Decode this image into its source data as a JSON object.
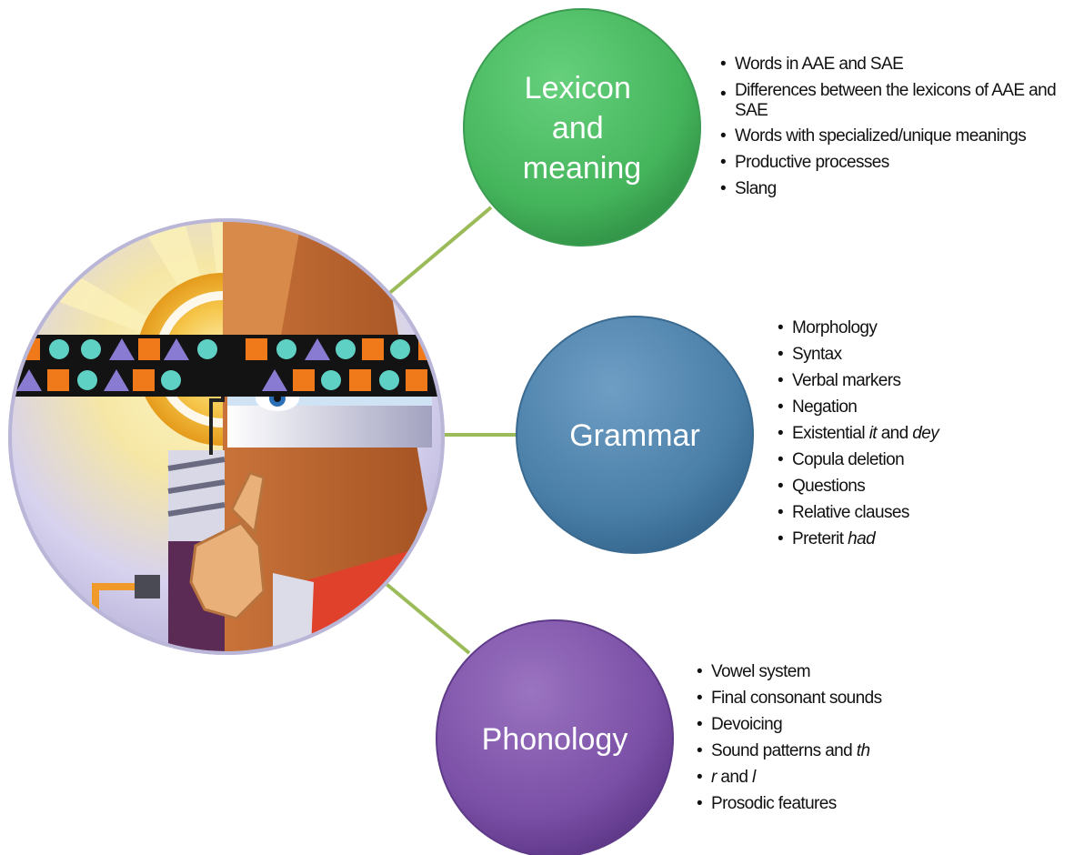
{
  "nodes": [
    {
      "id": "lexicon",
      "label_lines": [
        "Lexicon",
        "and",
        "meaning"
      ],
      "color": "#4cb963",
      "bullets": [
        {
          "text": "Words in AAE and SAE"
        },
        {
          "text": "Differences  between the lexicons of AAE and SAE"
        },
        {
          "text": "Words with specialized/unique meanings"
        },
        {
          "text": "Productive processes"
        },
        {
          "text": "Slang"
        }
      ]
    },
    {
      "id": "grammar",
      "label_lines": [
        "Grammar"
      ],
      "color": "#4a7fa8",
      "bullets": [
        {
          "text": "Morphology"
        },
        {
          "text": "Syntax"
        },
        {
          "text": "Verbal markers"
        },
        {
          "text": "Negation"
        },
        {
          "text": "Existential it and dey",
          "italic_spans": [
            "it",
            "dey"
          ]
        },
        {
          "text": "Copula deletion"
        },
        {
          "text": "Questions"
        },
        {
          "text": "Relative clauses"
        },
        {
          "text": "Preterit had",
          "italic_spans": [
            "had"
          ]
        }
      ]
    },
    {
      "id": "phonology",
      "label_lines": [
        "Phonology"
      ],
      "color": "#7a4fa6",
      "bullets": [
        {
          "text": "Vowel system"
        },
        {
          "text": "Final consonant sounds"
        },
        {
          "text": "Devoicing"
        },
        {
          "text": "Sound patterns and th",
          "italic_spans": [
            "th"
          ]
        },
        {
          "text": "r and l",
          "italic_spans": [
            "r",
            "l"
          ]
        },
        {
          "text": "Prosodic features"
        }
      ]
    }
  ],
  "colors": {
    "connector": "#9bbb59",
    "hub_rim": "#b9b6d8"
  },
  "hub": {
    "icon": "lightbulb-thinking-man-illustration"
  }
}
